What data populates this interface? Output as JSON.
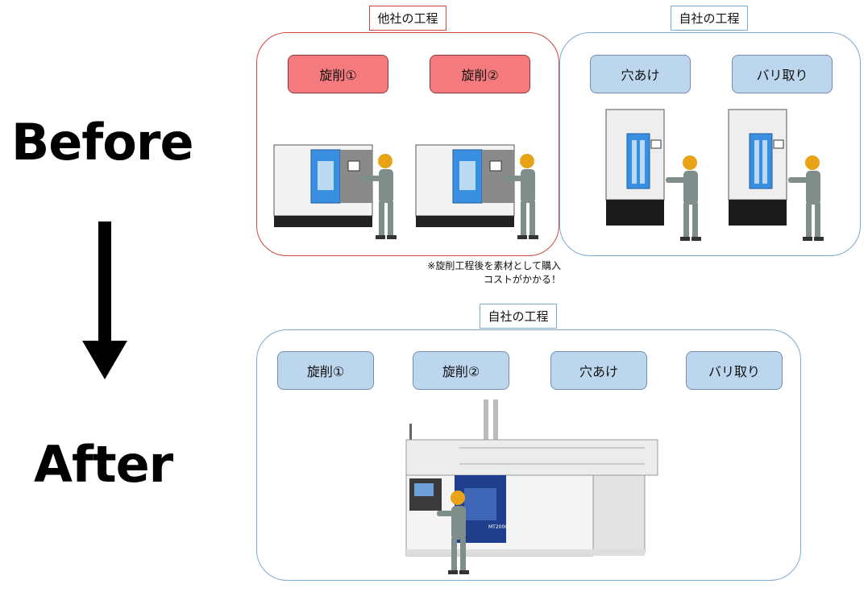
{
  "before_label": "Before",
  "after_label": "After",
  "before": {
    "outsourced": {
      "tag": "他社の工程",
      "steps": [
        "旋削①",
        "旋削②"
      ]
    },
    "inhouse": {
      "tag": "自社の工程",
      "steps": [
        "穴あけ",
        "バリ取り"
      ]
    },
    "note_line1": "※旋削工程後を素材として購入",
    "note_line2": "コストがかかる！"
  },
  "after": {
    "inhouse": {
      "tag": "自社の工程",
      "steps": [
        "旋削①",
        "旋削②",
        "穴あけ",
        "バリ取り"
      ]
    },
    "machine_model": "MT2000"
  },
  "colors": {
    "outsourced_accent": "#d0463f",
    "inhouse_accent": "#7fa9cf",
    "outsourced_step": "#f47a7d",
    "inhouse_step": "#bcd6ee"
  }
}
